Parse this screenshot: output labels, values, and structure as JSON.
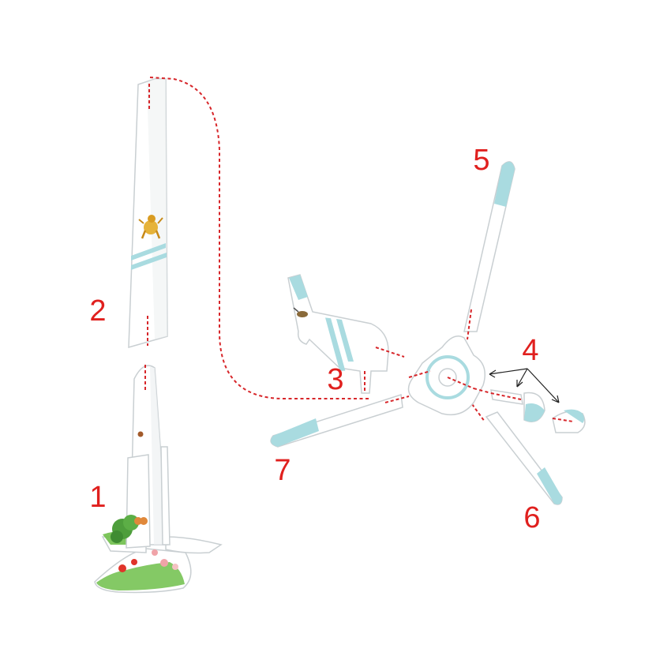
{
  "diagram": {
    "labels": {
      "part1": "1",
      "part2": "2",
      "part3": "3",
      "part4": "4",
      "part5": "5",
      "part6": "6",
      "part7": "7"
    },
    "colors": {
      "label_red": "#e0201e",
      "guide_red": "#d7262a",
      "accent_teal": "#a9dbe0",
      "piece_white": "#ffffff",
      "outline_grey": "#c9cfd2",
      "grass_green": "#6fbf4a",
      "flower_red": "#e0342a"
    }
  }
}
